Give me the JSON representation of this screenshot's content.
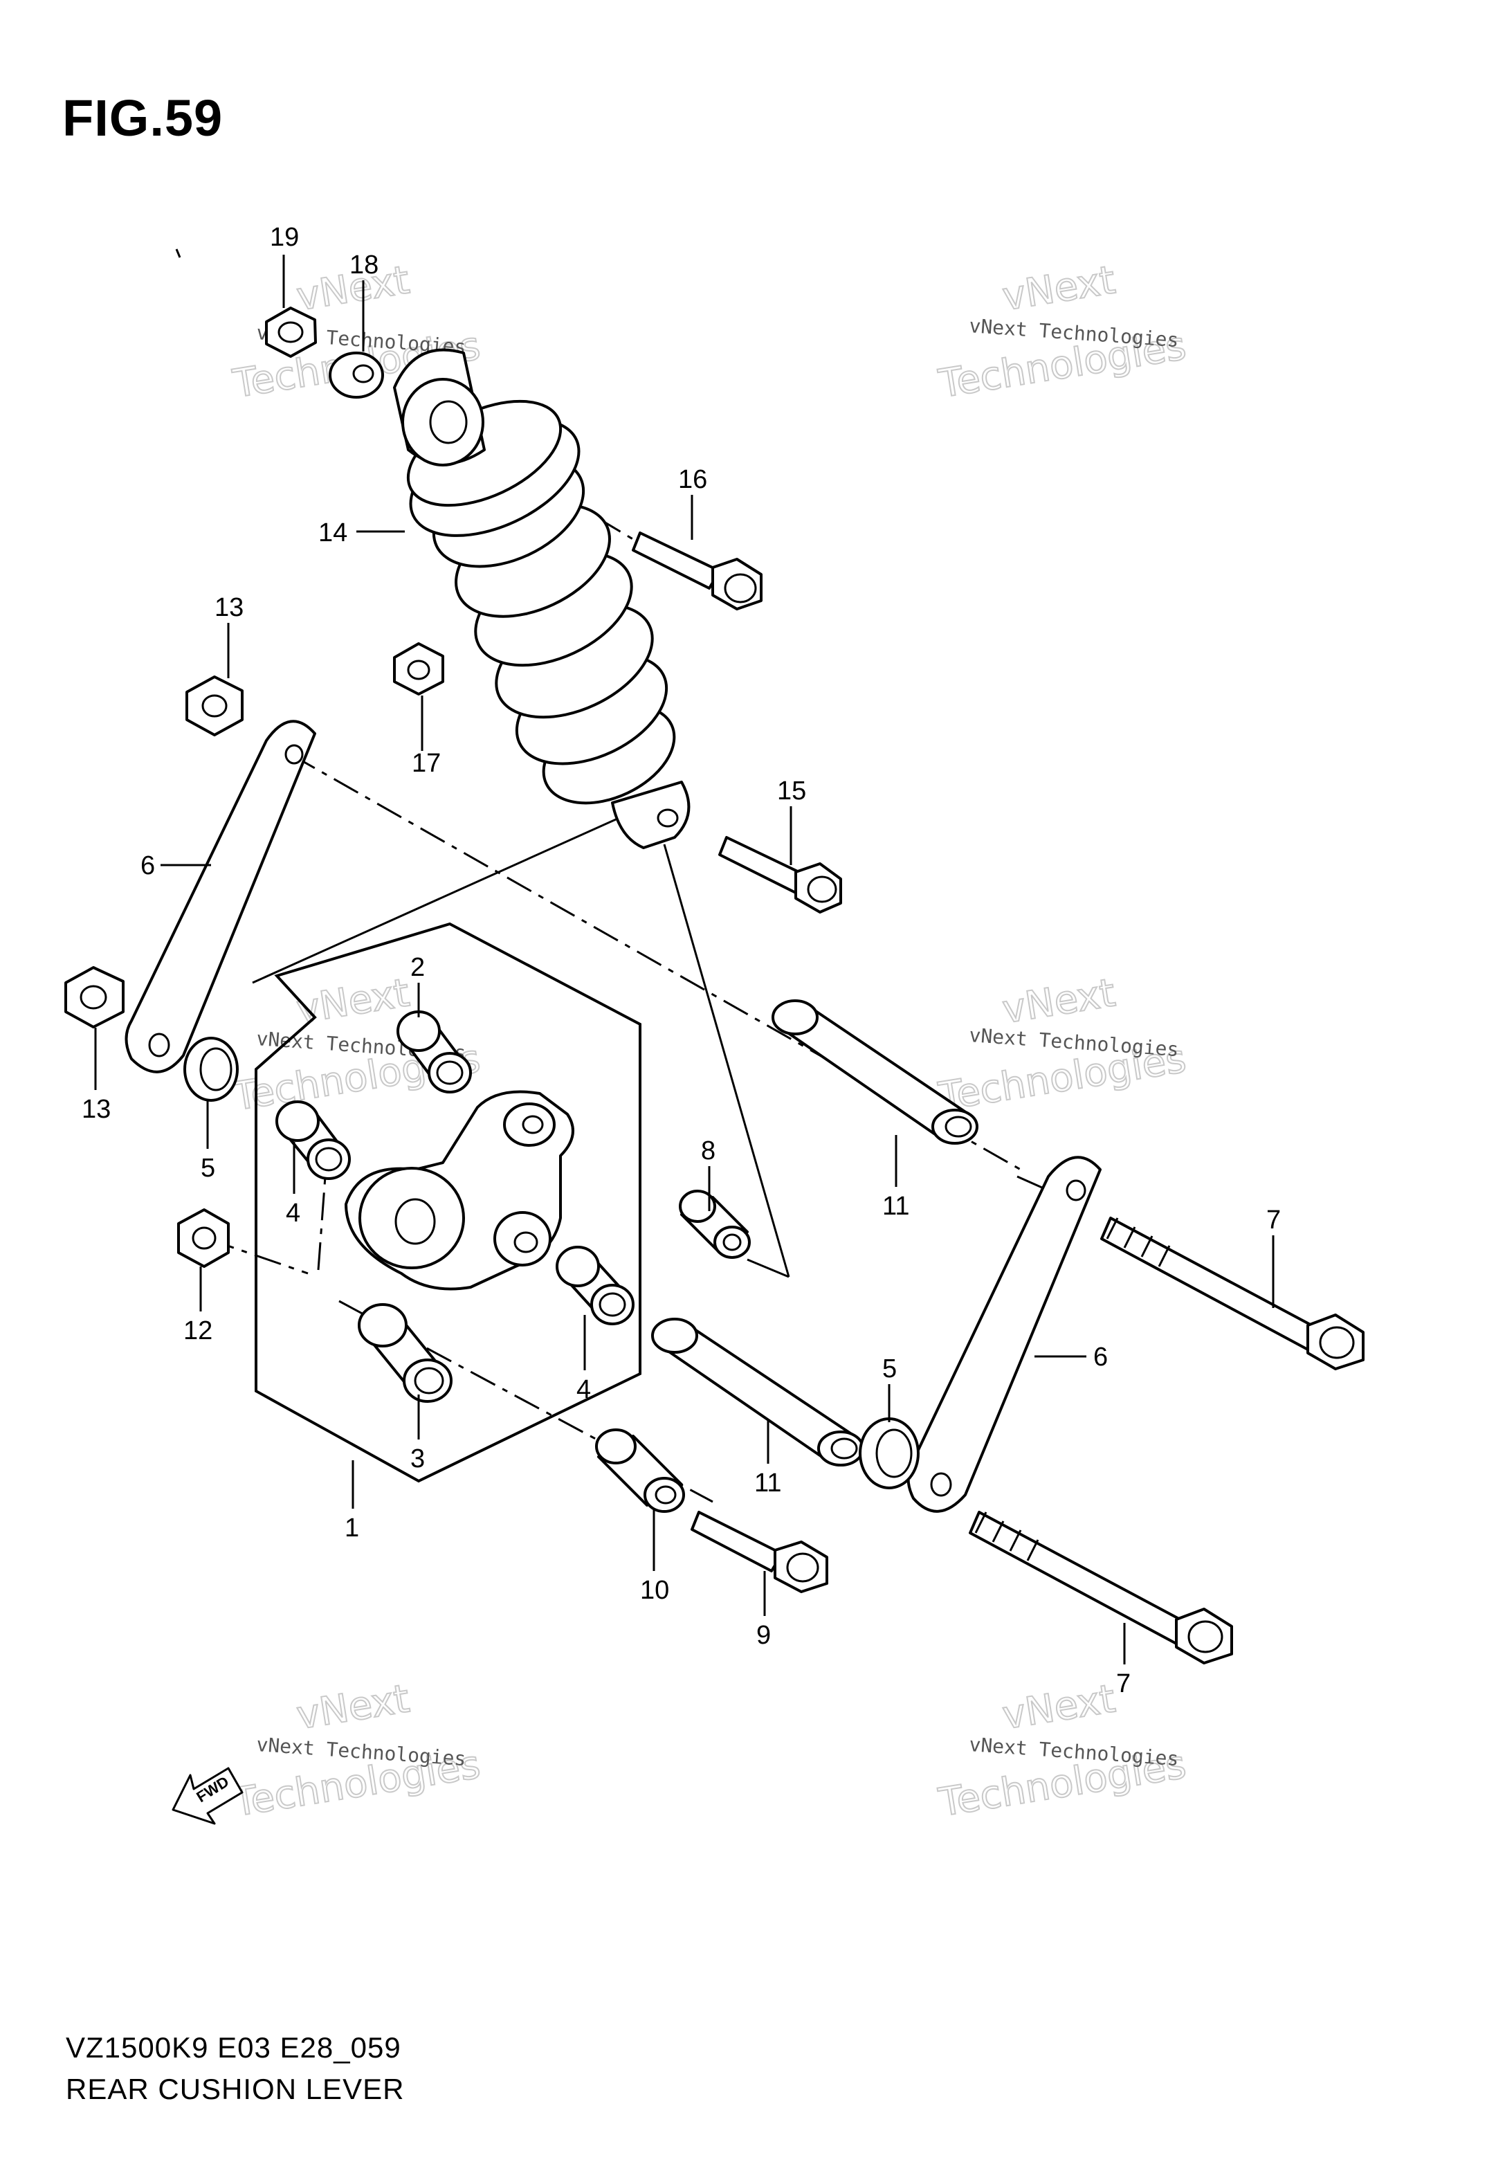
{
  "figure": {
    "title": "FIG.59",
    "model_code": "VZ1500K9 E03 E28_059",
    "section_name": "REAR CUSHION LEVER",
    "fwd_label": "FWD"
  },
  "callouts": {
    "c19": "19",
    "c18": "18",
    "c16": "16",
    "c14": "14",
    "c13a": "13",
    "c13b": "13",
    "c17": "17",
    "c15": "15",
    "c6a": "6",
    "c6b": "6",
    "c2": "2",
    "c5a": "5",
    "c5b": "5",
    "c4a": "4",
    "c4b": "4",
    "c8": "8",
    "c11a": "11",
    "c11b": "11",
    "c7a": "7",
    "c7b": "7",
    "c12": "12",
    "c3": "3",
    "c1": "1",
    "c10": "10",
    "c9": "9"
  },
  "watermark": {
    "line_small": "vNext Technologies",
    "line_big": "Technologies",
    "line_top": "vNext"
  }
}
